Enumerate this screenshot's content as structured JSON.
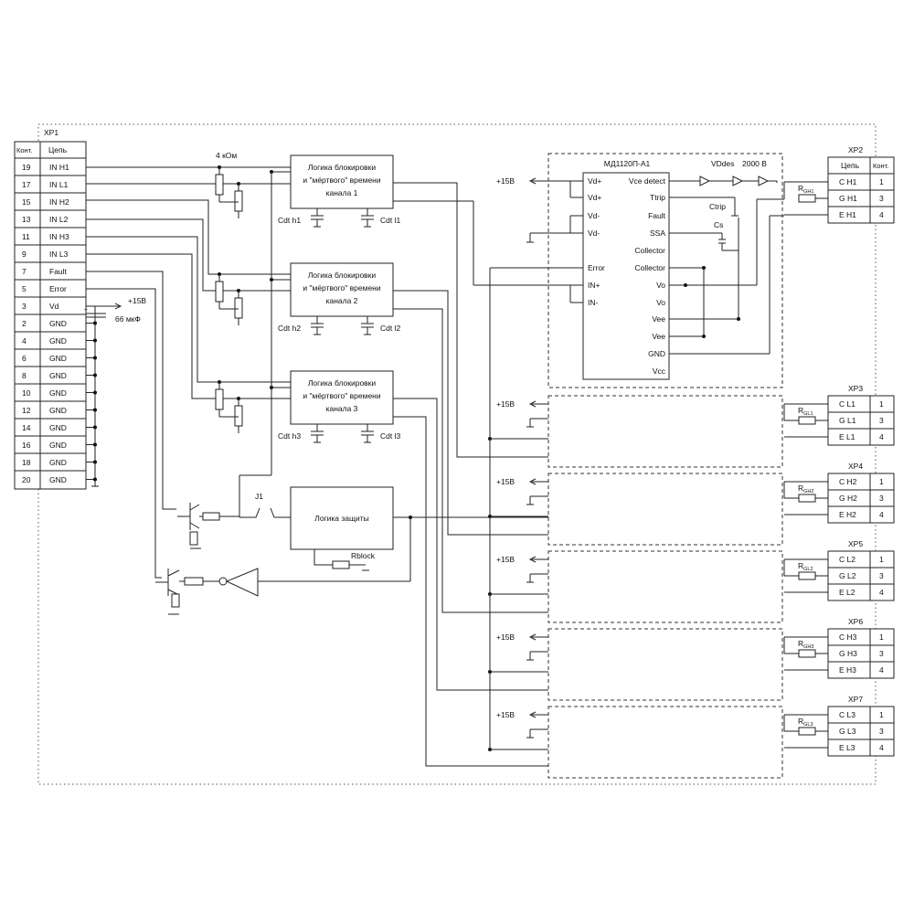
{
  "xp1": {
    "name": "XP1",
    "header": [
      "Конт.",
      "Цепь"
    ],
    "rows": [
      [
        "19",
        "IN H1"
      ],
      [
        "17",
        "IN L1"
      ],
      [
        "15",
        "IN H2"
      ],
      [
        "13",
        "IN L2"
      ],
      [
        "11",
        "IN H3"
      ],
      [
        "9",
        "IN L3"
      ],
      [
        "7",
        "Fault"
      ],
      [
        "5",
        "Error"
      ],
      [
        "3",
        "Vd"
      ],
      [
        "2",
        "GND"
      ],
      [
        "4",
        "GND"
      ],
      [
        "6",
        "GND"
      ],
      [
        "8",
        "GND"
      ],
      [
        "10",
        "GND"
      ],
      [
        "12",
        "GND"
      ],
      [
        "14",
        "GND"
      ],
      [
        "16",
        "GND"
      ],
      [
        "18",
        "GND"
      ],
      [
        "20",
        "GND"
      ]
    ]
  },
  "xp2": {
    "name": "XP2",
    "header": [
      "Цепь",
      "Конт."
    ],
    "rows": [
      [
        "C H1",
        "1"
      ],
      [
        "G H1",
        "3"
      ],
      [
        "E H1",
        "4"
      ]
    ],
    "resistor": "R",
    "resistor_sub": "GH1"
  },
  "outputs": [
    {
      "name": "XP3",
      "rows": [
        [
          "C L1",
          "1"
        ],
        [
          "G L1",
          "3"
        ],
        [
          "E L1",
          "4"
        ]
      ],
      "resistor": "R",
      "resistor_sub": "GL1"
    },
    {
      "name": "XP4",
      "rows": [
        [
          "C H2",
          "1"
        ],
        [
          "G H2",
          "3"
        ],
        [
          "E H2",
          "4"
        ]
      ],
      "resistor": "R",
      "resistor_sub": "GH2"
    },
    {
      "name": "XP5",
      "rows": [
        [
          "C L2",
          "1"
        ],
        [
          "G L2",
          "3"
        ],
        [
          "E L2",
          "4"
        ]
      ],
      "resistor": "R",
      "resistor_sub": "GL2"
    },
    {
      "name": "XP6",
      "rows": [
        [
          "C H3",
          "1"
        ],
        [
          "G H3",
          "3"
        ],
        [
          "E H3",
          "4"
        ]
      ],
      "resistor": "R",
      "resistor_sub": "GH3"
    },
    {
      "name": "XP7",
      "rows": [
        [
          "C L3",
          "1"
        ],
        [
          "G L3",
          "3"
        ],
        [
          "E L3",
          "4"
        ]
      ],
      "resistor": "R",
      "resistor_sub": "GL3"
    }
  ],
  "driver": {
    "title": "МД1120П-А1",
    "left_pins": [
      "Vd+",
      "Vd+",
      "Vd-",
      "Vd-",
      "Error",
      "IN+",
      "IN-"
    ],
    "right_pins": [
      "Vce detect",
      "Ttrip",
      "Fault",
      "SSA",
      "Collector",
      "Collector",
      "Vo",
      "Vo",
      "Vee",
      "Vee",
      "GND",
      "Vcc"
    ],
    "ctrip": "Ctrip",
    "cs": "Cs",
    "vdes": "VDdes",
    "vdes_voltage": "2000 В"
  },
  "logic_blocks": [
    {
      "lines": [
        "Логика блокировки",
        "и \"мёртвого\" времени",
        "канала 1"
      ],
      "cap_h": "Cdt h1",
      "cap_l": "Cdt l1"
    },
    {
      "lines": [
        "Логика блокировки",
        "и \"мёртвого\" времени",
        "канала 2"
      ],
      "cap_h": "Cdt h2",
      "cap_l": "Cdt l2"
    },
    {
      "lines": [
        "Логика блокировки",
        "и \"мёртвого\" времени",
        "канала 3"
      ],
      "cap_h": "Cdt h3",
      "cap_l": "Cdt l3"
    }
  ],
  "resistor_value": "4 кОм",
  "plus15": "+15В",
  "capacitor_value": "66 мкФ",
  "protection_label": "Логика защиты",
  "rblock_label": "Rblock",
  "j1_label": "J1"
}
